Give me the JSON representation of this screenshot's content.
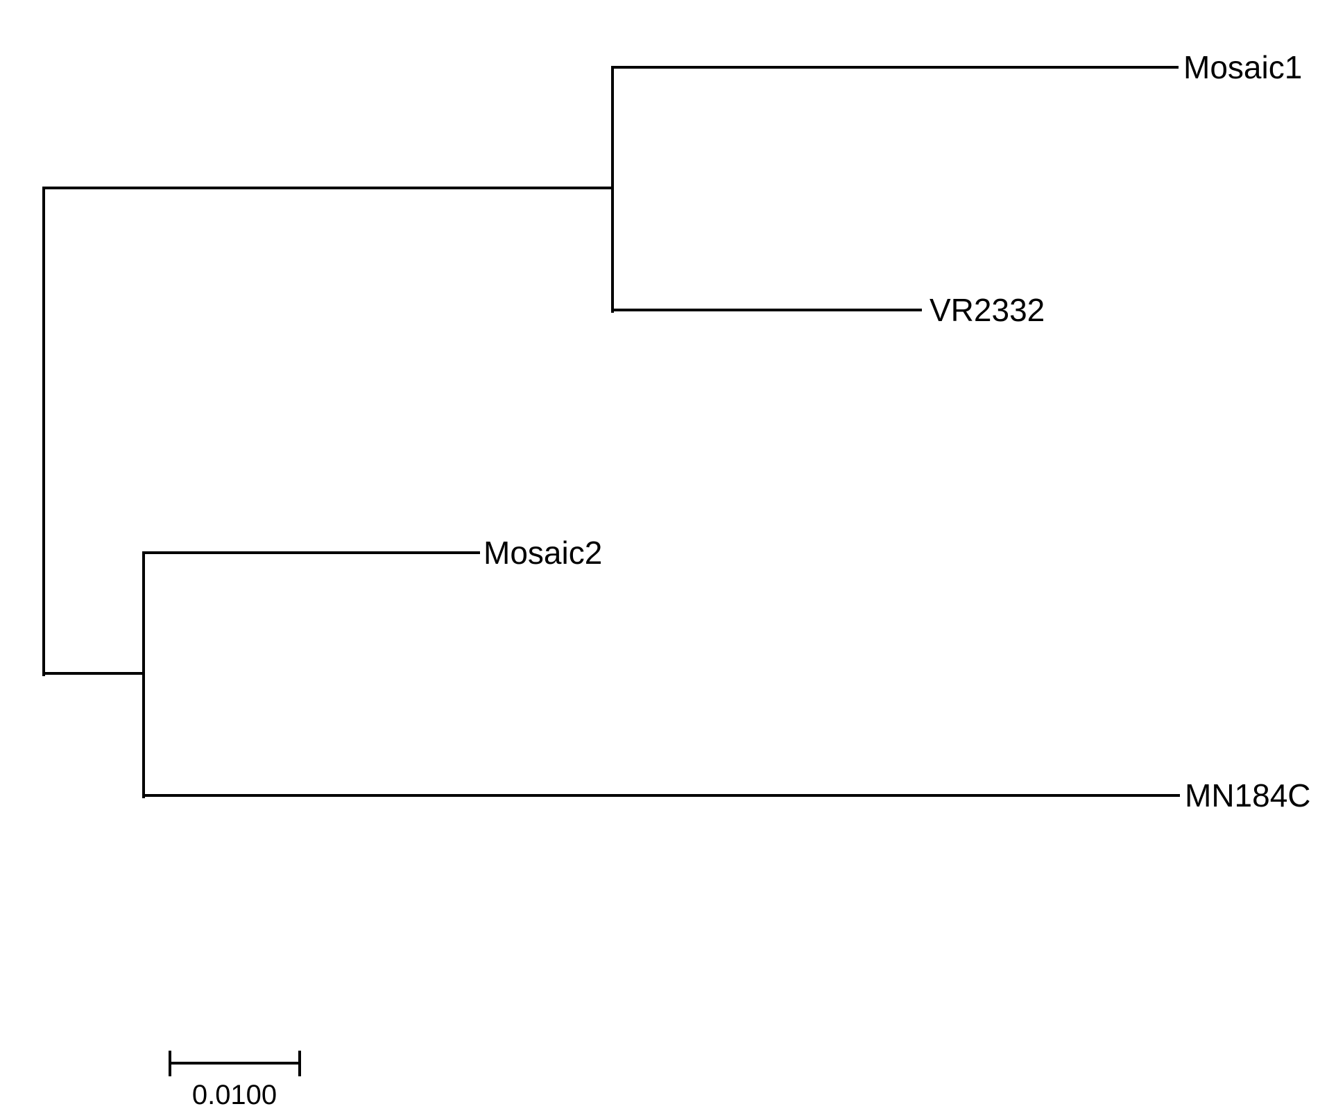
{
  "figure": {
    "kind": "phylogenetic-tree",
    "background_color": "#ffffff",
    "line_color": "#000000",
    "text_color": "#000000"
  },
  "tree": {
    "tips": [
      {
        "label": "Mosaic1"
      },
      {
        "label": "VR2332"
      },
      {
        "label": "Mosaic2"
      },
      {
        "label": "MN184C"
      }
    ],
    "topology_newick": "((Mosaic1:0.044,VR2332:0.024):0.044,(Mosaic2:0.026,MN184C:0.081):0.008);",
    "clades": [
      {
        "name": "upper-clade",
        "members": [
          "Mosaic1",
          "VR2332"
        ]
      },
      {
        "name": "lower-clade",
        "members": [
          "Mosaic2",
          "MN184C"
        ]
      }
    ],
    "approx_branch_lengths": {
      "root_to_upper_node": 0.0443,
      "upper_node_to_Mosaic1": 0.044,
      "upper_node_to_VR2332": 0.024,
      "root_to_lower_node": 0.0078,
      "lower_node_to_Mosaic2": 0.026,
      "lower_node_to_MN184C": 0.0805
    }
  },
  "scale_bar": {
    "label": "0.0100",
    "units": "substitutions per site"
  }
}
